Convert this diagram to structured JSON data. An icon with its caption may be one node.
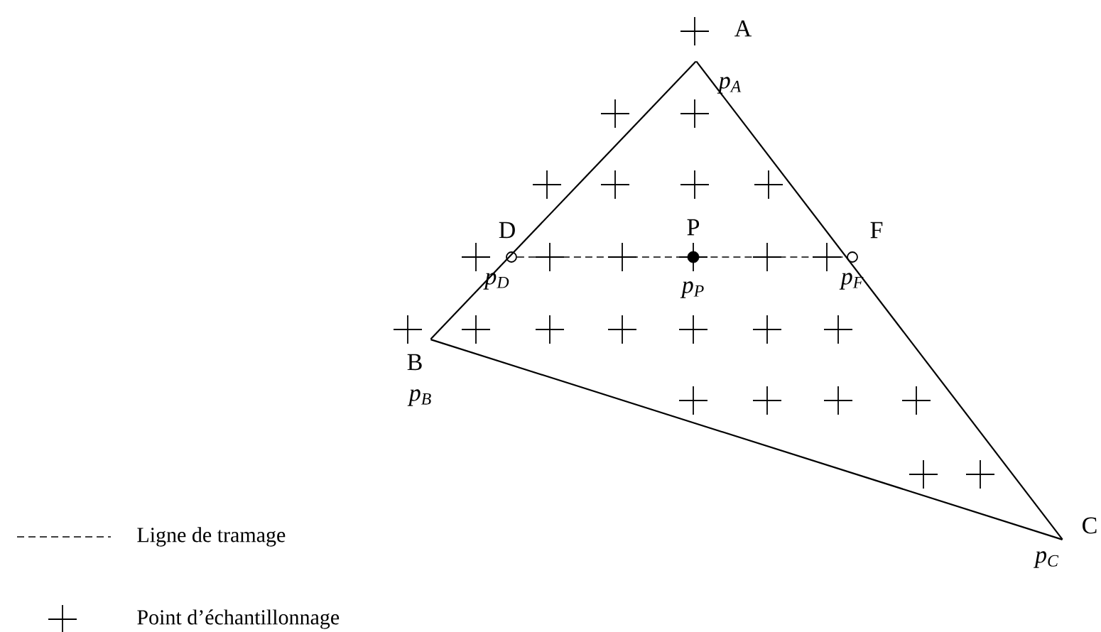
{
  "diagram": {
    "nodes": [
      {
        "text": [
          "A"
        ],
        "beside": [
          "p$_{A}$"
        ]
      },
      {
        "text": [
          "B"
        ],
        "beside": [
          "p$_{B}$"
        ]
      },
      {
        "text": [
          "C"
        ],
        "beside": [
          "p$_{C}$"
        ]
      },
      {
        "text": [
          "D"
        ],
        "beside": [
          "p$_{D}$"
        ]
      },
      {
        "text": [
          "P"
        ],
        "beside": [
          "p$_{P}$"
        ]
      },
      {
        "text": [
          "F"
        ],
        "beside": [
          "p$_{F}$"
        ]
      }
    ],
    "edges": [
      {
        "from": 0,
        "to": 1,
        "arrow": "none"
      },
      {
        "from": 1,
        "to": 2,
        "arrow": "none"
      },
      {
        "from": 2,
        "to": 0,
        "arrow": "none"
      },
      {
        "from": 3,
        "to": 4,
        "arrow": "none",
        "style": "dashed"
      },
      {
        "from": 4,
        "to": 5,
        "arrow": "none",
        "style": "dashed"
      }
    ],
    "legend": [
      {
        "text": "Ligne de tramage"
      },
      {
        "text": "Point d’échantillonnage"
      }
    ]
  }
}
